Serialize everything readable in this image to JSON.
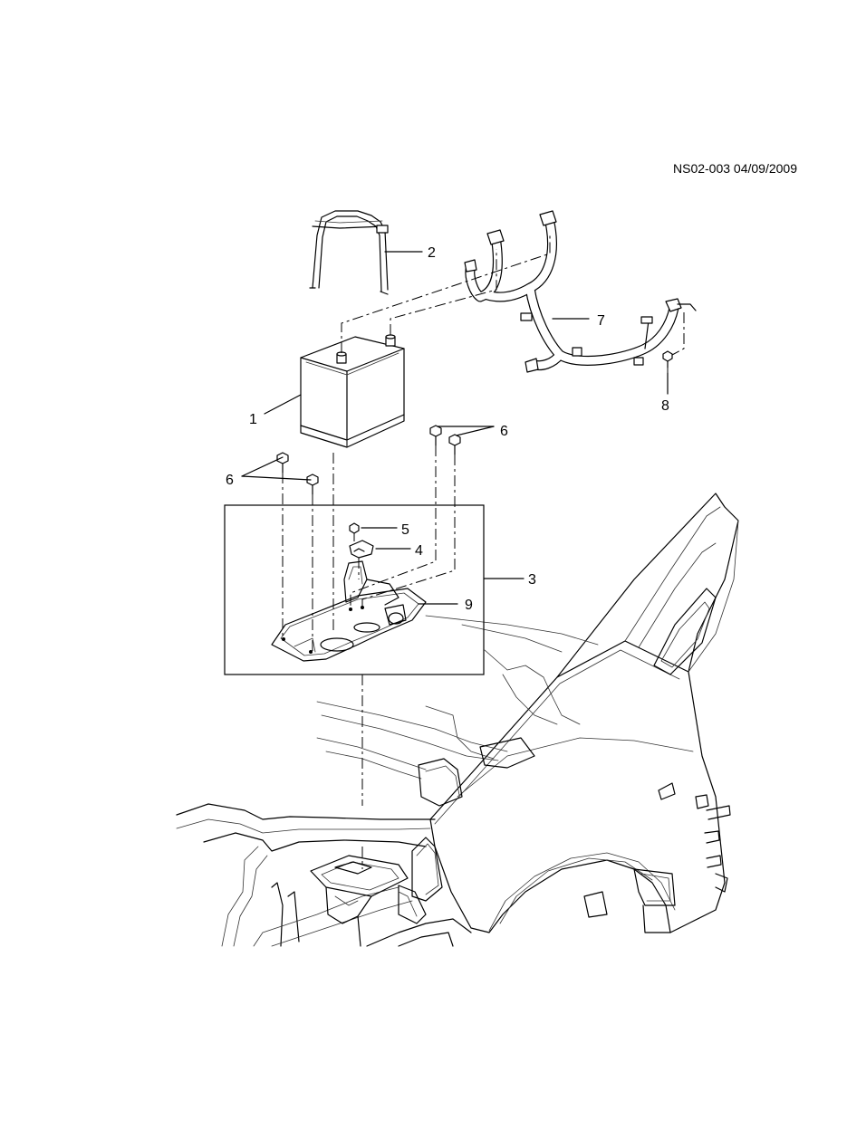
{
  "header": {
    "doc_ref": "NS02-003 04/09/2009"
  },
  "callouts": [
    {
      "id": "battery",
      "label": "1"
    },
    {
      "id": "hold-down-bracket",
      "label": "2"
    },
    {
      "id": "tray-detail-box",
      "label": "3"
    },
    {
      "id": "clip",
      "label": "4"
    },
    {
      "id": "nut",
      "label": "5"
    },
    {
      "id": "bolt-right",
      "label": "6"
    },
    {
      "id": "bolt-left",
      "label": "6"
    },
    {
      "id": "cable-harness",
      "label": "7"
    },
    {
      "id": "harness-bolt",
      "label": "8"
    },
    {
      "id": "battery-tray",
      "label": "9"
    }
  ],
  "icons": {
    "battery": "battery-icon",
    "bolt": "bolt-icon",
    "bracket": "bracket-icon"
  }
}
